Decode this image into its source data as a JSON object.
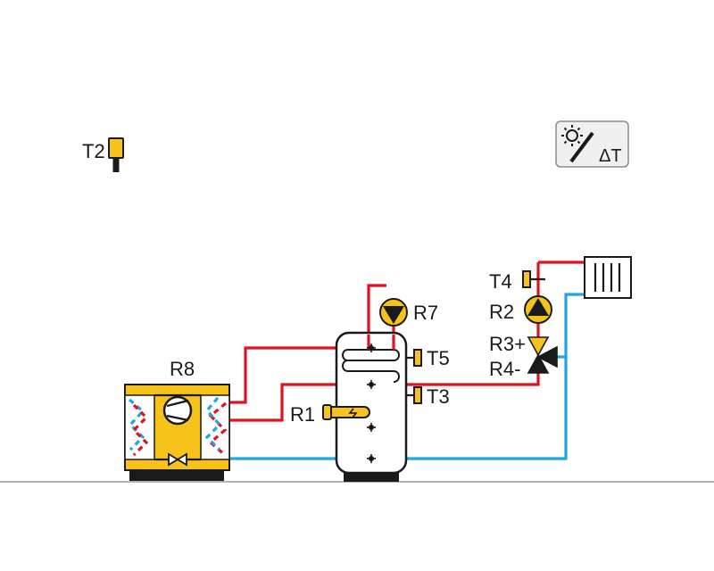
{
  "labels": {
    "t2": "T2",
    "t3": "T3",
    "t4": "T4",
    "t5": "T5",
    "r1": "R1",
    "r2": "R2",
    "r3": "R3+",
    "r4": "R4-",
    "r7": "R7",
    "r8": "R8",
    "delta_t": "ΔT"
  },
  "icons": {
    "control_panel": "solar-delta-t-icon",
    "radiator": "radiator-icon",
    "heat_pump": "heat-pump-icon",
    "storage_tank": "storage-tank-icon",
    "pump": "pump-icon",
    "mixing_valve": "three-way-valve-icon",
    "electric_heater": "electric-heater-icon",
    "sensor": "temperature-sensor-icon"
  },
  "colors": {
    "supply": "#e3101e",
    "return": "#1fa6dc",
    "component": "#f7c31b",
    "ink": "#1a1a1a",
    "ground": "#9a9a9a"
  }
}
